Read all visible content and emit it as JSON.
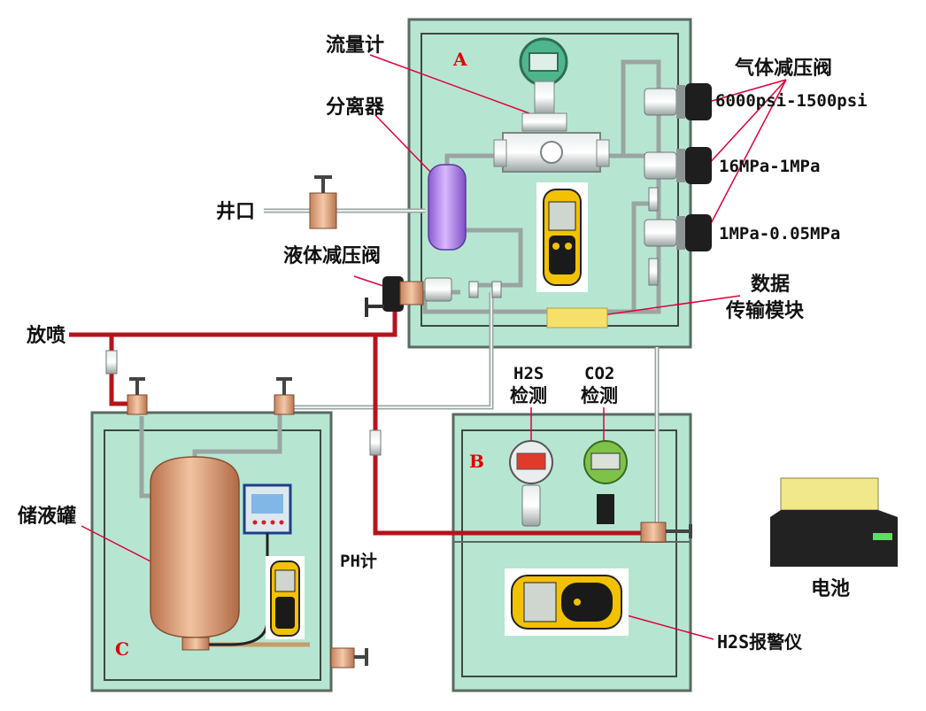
{
  "panels": {
    "a": {
      "letter": "A"
    },
    "b": {
      "letter": "B"
    },
    "c": {
      "letter": "C"
    }
  },
  "labels": {
    "flowmeter": "流量计",
    "separator": "分离器",
    "gas_regulator": "气体减压阀",
    "p1": "6000psi-1500psi",
    "p2": "16MPa-1MPa",
    "p3": "1MPa-0.05MPa",
    "wellhead": "井口",
    "liquid_regulator": "液体减压阀",
    "data_module_line1": "数据",
    "data_module_line2": "传输模块",
    "blowout": "放喷",
    "h2s_detect_line1": "H2S",
    "h2s_detect_line2": "检测",
    "co2_detect_line1": "CO2",
    "co2_detect_line2": "检测",
    "tank": "储液罐",
    "ph_meter": "PH计",
    "h2s_alarm": "H2S报警仪",
    "battery": "电池"
  },
  "colors": {
    "panel_fill": "#b6e6d2",
    "panel_stroke": "#5a6a62",
    "pipe_red": "#b5141c",
    "pipe_gray": "#9aa5a2",
    "leader_line": "#e0003a",
    "letter_red": "#e00000"
  },
  "icons": [
    "flowmeter-icon",
    "separator-icon",
    "regulator-icon",
    "valve-icon",
    "gas-detector-icon",
    "storage-tank-icon",
    "ph-meter-icon",
    "alarm-icon",
    "battery-icon"
  ]
}
